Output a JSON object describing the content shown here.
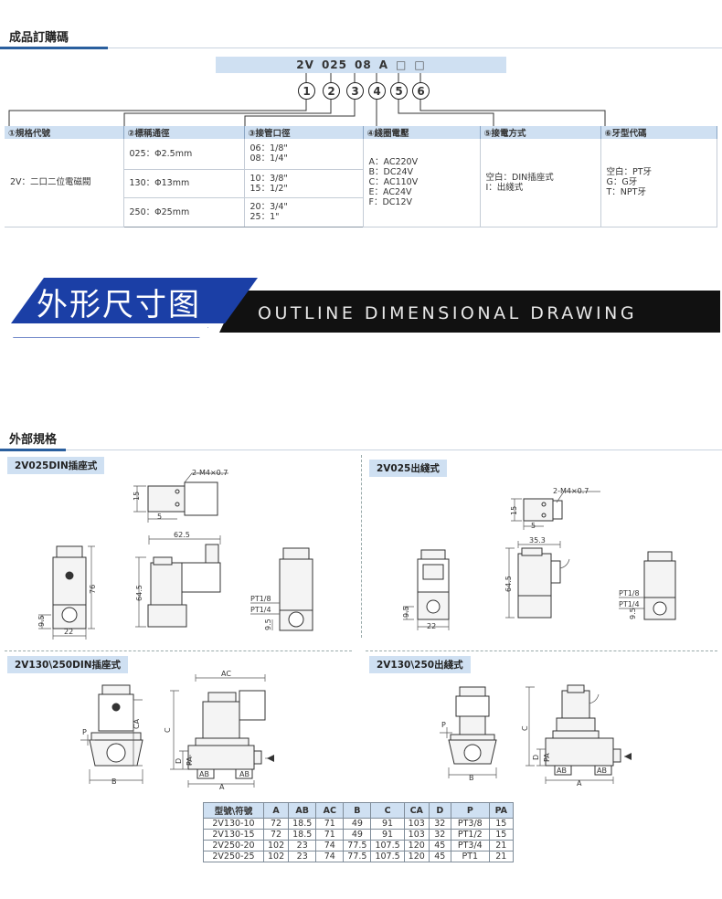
{
  "order_section": {
    "title": "成品訂購碼",
    "code": {
      "p1": "2V",
      "p2": "025",
      "p3": "08",
      "p4": "A",
      "p5": "□",
      "p6": "□"
    },
    "circles": [
      "1",
      "2",
      "3",
      "4",
      "5",
      "6"
    ]
  },
  "spec_table": {
    "headers": [
      "①規格代號",
      "②標稱通徑",
      "③接管口徑",
      "④綫圈電壓",
      "⑤接電方式",
      "⑥牙型代碼"
    ],
    "model": "2V：二口二位電磁閥",
    "diameters": [
      "025：Φ2.5mm",
      "130：Φ13mm",
      "250：Φ25mm"
    ],
    "ports": [
      "06：1/8\"",
      "08：1/4\"",
      "10：3/8\"",
      "15：1/2\"",
      "20：3/4\"",
      "25：1\""
    ],
    "voltages": [
      "A：AC220V",
      "B：DC24V",
      "C：AC110V",
      "E：AC24V",
      "F：DC12V"
    ],
    "connection": [
      "空白：DIN插座式",
      "I：出綫式"
    ],
    "threads": [
      "空白：PT牙",
      "G：G牙",
      "T：NPT牙"
    ]
  },
  "banner": {
    "cn": "外形尺寸图",
    "en": "OUTLINE DIMENSIONAL DRAWING"
  },
  "external_section": {
    "title": "外部規格"
  },
  "panels": {
    "p1": "2V025DIN插座式",
    "p2": "2V025出綫式",
    "p3": "2V130\\250DIN插座式",
    "p4": "2V130\\250出綫式"
  },
  "dim_labels": {
    "m4": "2-M4×0.7",
    "d15": "15",
    "d5": "5",
    "d625": "62.5",
    "d353": "35.3",
    "d76": "76",
    "d645": "64.5",
    "d95": "9.5",
    "d22": "22",
    "pt18": "PT1/8",
    "pt14": "PT1/4",
    "ac": "AC",
    "c": "C",
    "ca": "CA",
    "p": "P",
    "pa": "PA",
    "d": "D",
    "ab": "AB",
    "a": "A",
    "b": "B"
  },
  "dim_table": {
    "headers": [
      "型號\\符號",
      "A",
      "AB",
      "AC",
      "B",
      "C",
      "CA",
      "D",
      "P",
      "PA"
    ],
    "rows": [
      [
        "2V130-10",
        "72",
        "18.5",
        "71",
        "49",
        "91",
        "103",
        "32",
        "PT3/8",
        "15"
      ],
      [
        "2V130-15",
        "72",
        "18.5",
        "71",
        "49",
        "91",
        "103",
        "32",
        "PT1/2",
        "15"
      ],
      [
        "2V250-20",
        "102",
        "23",
        "74",
        "77.5",
        "107.5",
        "120",
        "45",
        "PT3/4",
        "21"
      ],
      [
        "2V250-25",
        "102",
        "23",
        "74",
        "77.5",
        "107.5",
        "120",
        "45",
        "PT1",
        "21"
      ]
    ]
  }
}
